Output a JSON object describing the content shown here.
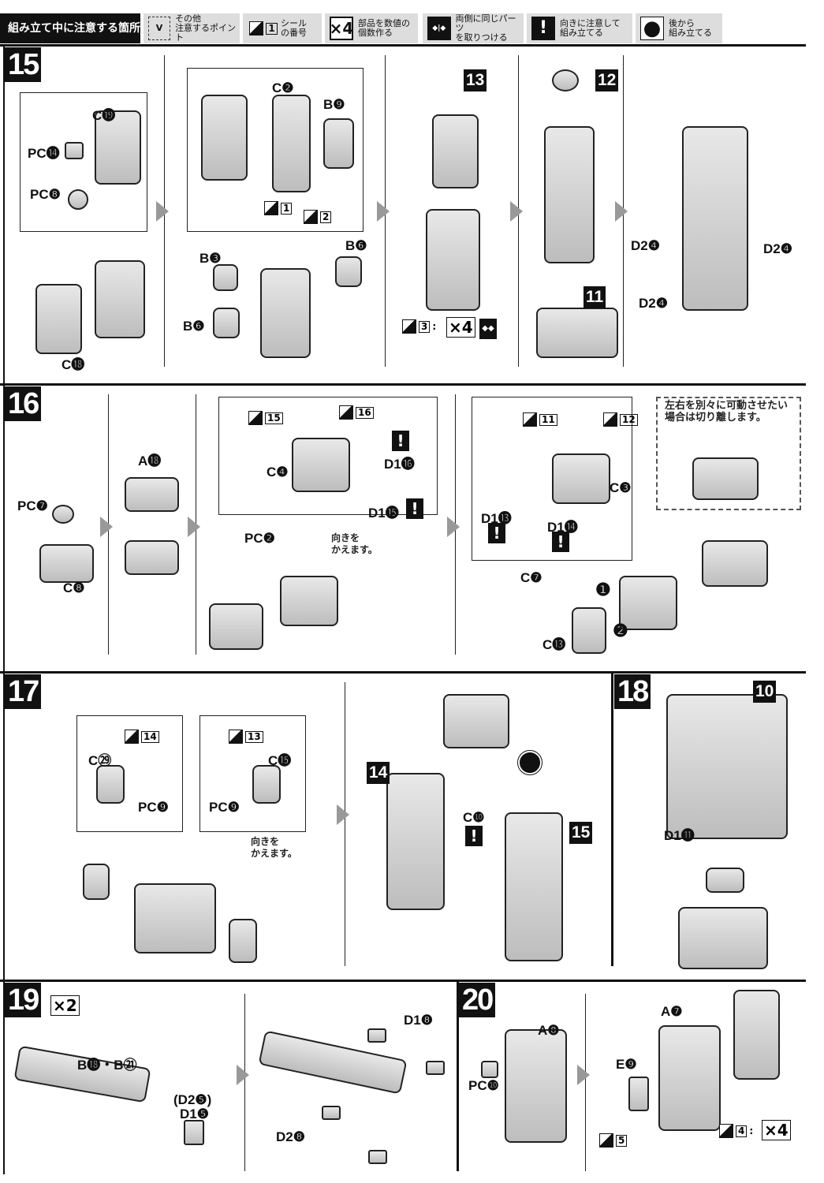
{
  "legend": {
    "title": "組み立て中に注意する箇所",
    "items": [
      {
        "icon": "V",
        "text1": "その他",
        "text2": "注意するポイント"
      },
      {
        "icon": "1",
        "text1": "シール",
        "text2": "の番号"
      },
      {
        "icon": "×4",
        "text1": "部品を数値の",
        "text2": "個数作る"
      },
      {
        "icon": "◆|◆",
        "text1": "両側に同じパーツ",
        "text2": "を取りつける"
      },
      {
        "icon": "!",
        "text1": "向きに注意して",
        "text2": "組み立てる"
      },
      {
        "icon": "●",
        "text1": "後から",
        "text2": "組み立てる"
      }
    ]
  },
  "steps": {
    "s15": {
      "number": "15",
      "labels": [
        "C⓳",
        "PC⓮",
        "PC❽",
        "C⓲",
        "C❷",
        "B❾",
        "B❸",
        "B❻",
        "B❻",
        "D2❹",
        "D2❹",
        "D2❹"
      ],
      "stickers": [
        "1",
        "2",
        "3"
      ],
      "subassy": [
        "13",
        "12",
        "11"
      ],
      "multiplier": "×4"
    },
    "s16": {
      "number": "16",
      "labels": [
        "PC❼",
        "C❽",
        "A⓲",
        "PC❷",
        "C❹",
        "D1⓰",
        "D1⓯",
        "C❸",
        "D1⓭",
        "D1⓮",
        "C❼",
        "C⓭"
      ],
      "stickers": [
        "15",
        "16",
        "11",
        "12"
      ],
      "order": [
        "❶",
        "❷"
      ],
      "note_rotate": "向きを\nかえます。",
      "note_cut": "左右を別々に可動させたい\n場合は切り離します。"
    },
    "s17": {
      "number": "17",
      "labels": [
        "C㉙",
        "PC❾",
        "C⓯",
        "PC❾",
        "C❿"
      ],
      "stickers": [
        "14",
        "13"
      ],
      "subassy": [
        "14",
        "15"
      ],
      "note_rotate": "向きを\nかえます。"
    },
    "s18": {
      "number": "18",
      "labels": [
        "D1⓫"
      ],
      "subassy": [
        "10"
      ]
    },
    "s19": {
      "number": "19",
      "multiplier": "×2",
      "labels": [
        "B⓲・B㉑",
        "(D2❺)",
        "D1❺",
        "D1❽",
        "D2❽"
      ]
    },
    "s20": {
      "number": "20",
      "labels": [
        "A❽",
        "PC❿",
        "A❼",
        "E❾"
      ],
      "stickers": [
        "5",
        "4"
      ],
      "multiplier": "×4"
    }
  }
}
